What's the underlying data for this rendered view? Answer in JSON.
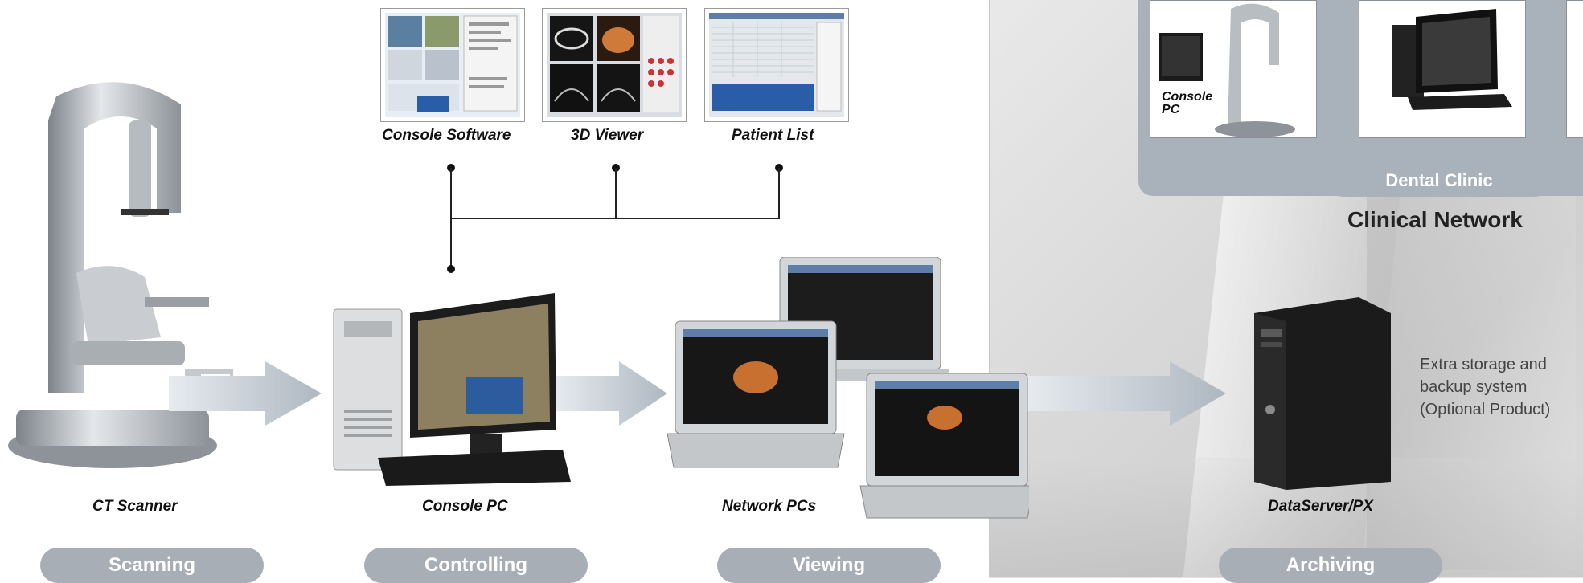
{
  "thumbnails": [
    {
      "label": "Console Software",
      "icon": "console-software-screenshot"
    },
    {
      "label": "3D Viewer",
      "icon": "3d-viewer-screenshot"
    },
    {
      "label": "Patient List",
      "icon": "patient-list-screenshot"
    }
  ],
  "devices": {
    "ct_scanner": {
      "label": "CT Scanner",
      "icon": "ct-scanner-icon"
    },
    "console_pc": {
      "label": "Console PC",
      "icon": "desktop-pc-icon"
    },
    "network_pcs": {
      "label": "Network PCs",
      "icon": "laptop-icon"
    },
    "dataserver": {
      "label": "DataServer/PX",
      "icon": "server-tower-icon"
    }
  },
  "stages": [
    "Scanning",
    "Controlling",
    "Viewing",
    "Archiving"
  ],
  "clinic": {
    "console_label_line1": "Console",
    "console_label_line2": "PC",
    "clinic_label": "Dental Clinic",
    "network_title": "Clinical Network"
  },
  "storage": {
    "line1": "Extra storage and",
    "line2": "backup system",
    "line3": "(Optional Product)"
  },
  "colors": {
    "pill": "#a7aeb6",
    "arrow": "#b9c1ca",
    "accent_dark": "#111111"
  }
}
